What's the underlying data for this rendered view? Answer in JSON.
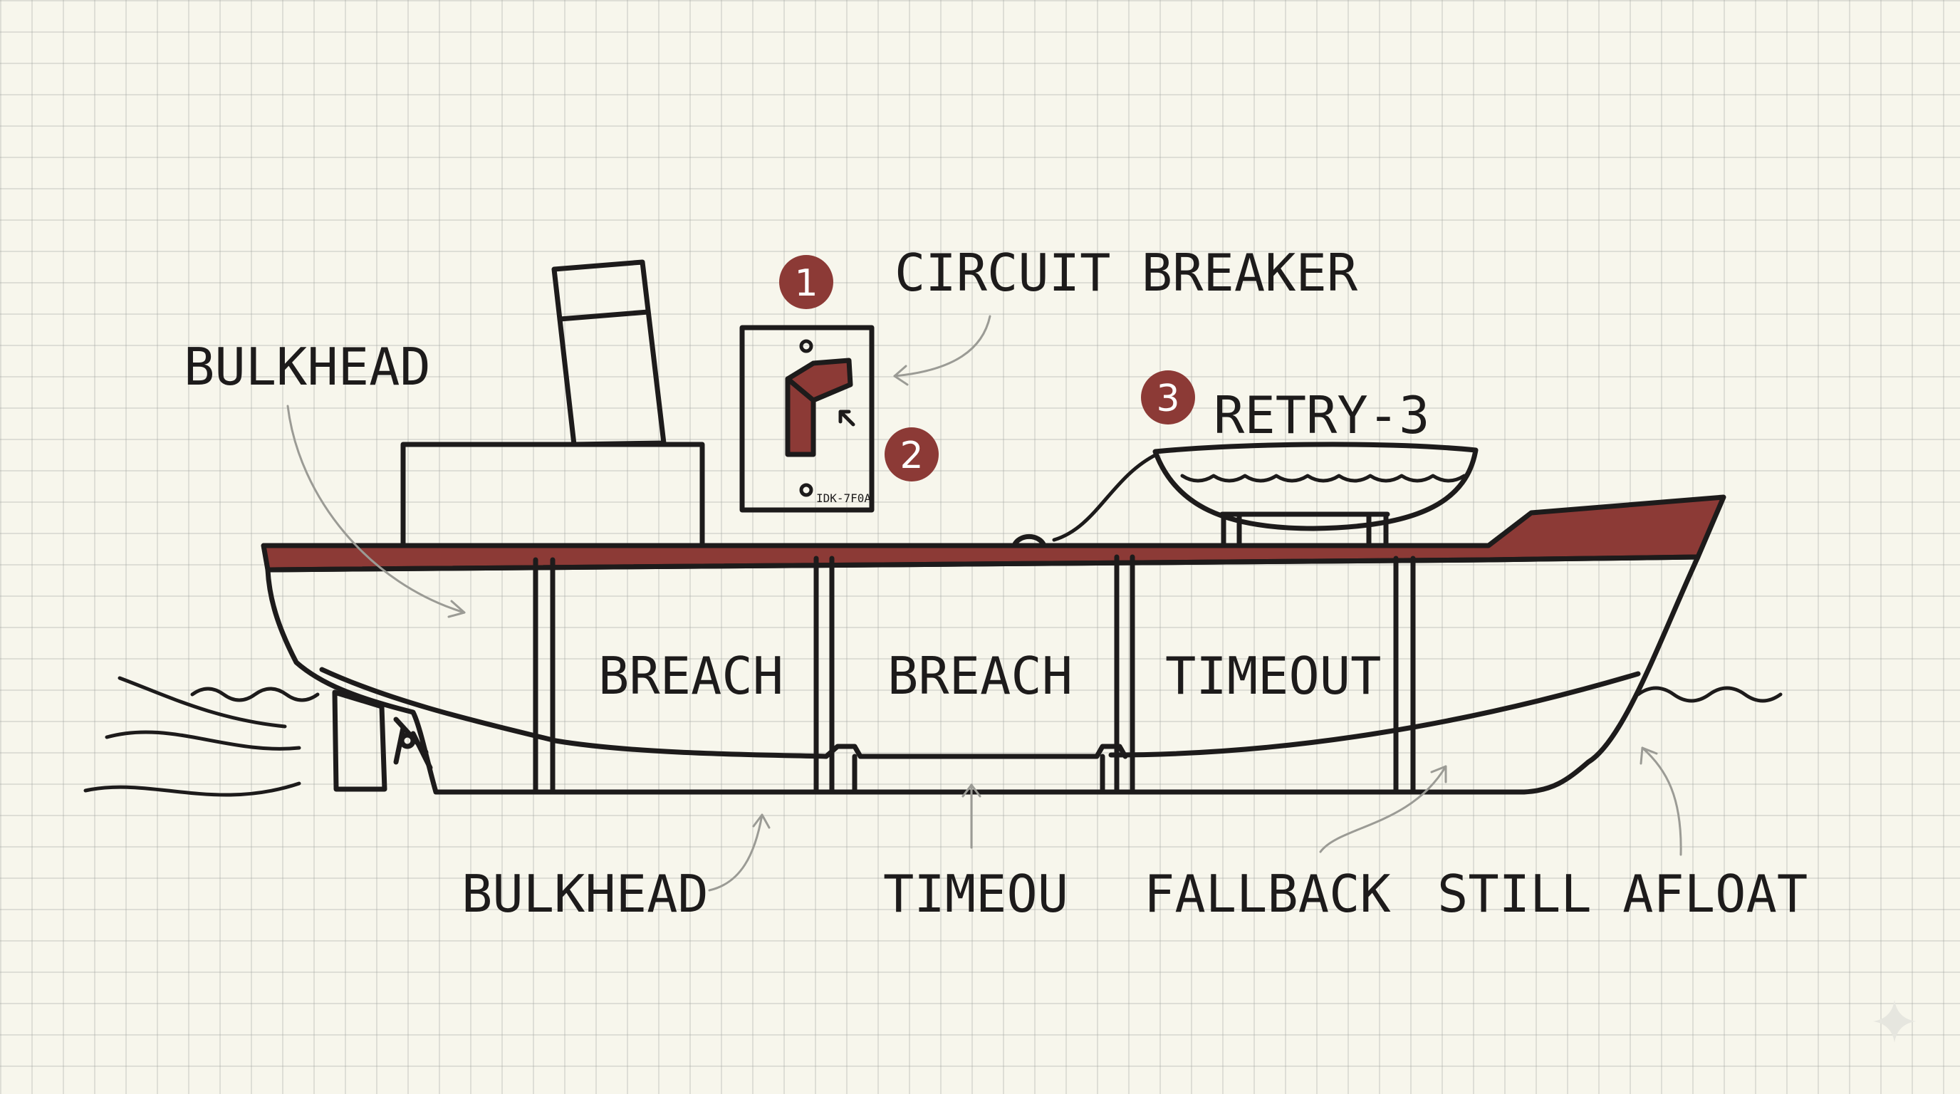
{
  "labels": {
    "circuit_breaker": "CIRCUIT BREAKER",
    "bulkhead_top": "BULKHEAD",
    "retry": "RETRY-3",
    "breach_1": "BREACH",
    "breach_2": "BREACH",
    "timeout_hull": "TIMEOUT",
    "bulkhead_bottom": "BULKHEAD",
    "timeou": "TIMEOU",
    "fallback": "FALLBACK",
    "still_afloat": "STILL AFLOAT",
    "switch_plate_code": "IDK-7F0A"
  },
  "badges": [
    "1",
    "2",
    "3"
  ],
  "colors": {
    "ink": "#1d1b1b",
    "accent": "#8c3a36",
    "paper": "#f7f6ec",
    "grid": "#c9cbc3",
    "arrow": "#9b9b95"
  },
  "icons": {
    "ship": "ship-icon",
    "switch": "toggle-switch-icon",
    "lifeboat": "lifeboat-icon",
    "propeller": "propeller-icon",
    "watermark": "sparkle-icon"
  }
}
